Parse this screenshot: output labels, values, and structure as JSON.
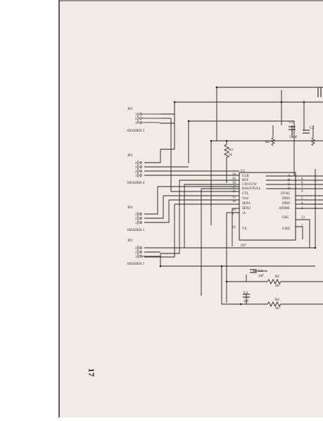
{
  "page": {
    "number": "17"
  },
  "headers": [
    {
      "ref": "JP2",
      "name": "HEADER 3",
      "pins": [
        "3",
        "2",
        "1"
      ]
    },
    {
      "ref": "JP3",
      "name": "HEADER 4",
      "pins": [
        "4",
        "3",
        "2",
        "1"
      ]
    },
    {
      "ref": "JP4",
      "name": "HEADER 3",
      "pins": [
        "3",
        "2",
        "1"
      ]
    },
    {
      "ref": "JP5",
      "name": "HEADER 3",
      "pins": [
        "3",
        "2",
        "1"
      ]
    }
  ],
  "ic": {
    "ref": "U1",
    "part": "297",
    "left_pins": [
      {
        "num": "18",
        "name": "CLK"
      },
      {
        "num": "20",
        "name": "RST"
      },
      {
        "num": "19",
        "name": "CW/CCW"
      },
      {
        "num": "17",
        "name": "HALF/FULL"
      },
      {
        "num": "11",
        "name": "CTL"
      },
      {
        "num": "15",
        "name": "Vref"
      },
      {
        "num": "16",
        "name": "SEN1"
      },
      {
        "num": "10",
        "name": "SEN2"
      },
      {
        "num": "1",
        "name": "/A"
      },
      {
        "num": "12",
        "name": "VS"
      }
    ],
    "right_pins": [
      {
        "num": "4",
        "name": "A"
      },
      {
        "num": "6",
        "name": "B"
      },
      {
        "num": "7",
        "name": "C"
      },
      {
        "num": "9",
        "name": "D"
      },
      {
        "num": "5",
        "name": "INH1"
      },
      {
        "num": "8",
        "name": "INH2"
      },
      {
        "num": "3",
        "name": "HOME"
      },
      {
        "num": "13",
        "name": "OSC"
      },
      {
        "num": "2",
        "name": "GND"
      }
    ],
    "right_extra": "SYNC"
  },
  "components": {
    "r3": {
      "ref": "R3",
      "value": "1k"
    },
    "c1": {
      "ref": "C1",
      "value": "3.3uF"
    },
    "c2": {
      "ref": "C2",
      "value": "1nF"
    },
    "c4": {
      "ref": "C4",
      "value": "1nF"
    },
    "r2": {
      "ref": "R2",
      "value": "4k7"
    },
    "r4": {
      "ref": "R4",
      "value": "4k7"
    },
    "r6": {
      "ref": "R6"
    },
    "c3": {
      "ref": "C3"
    }
  },
  "colors": {
    "paper": "#efece6",
    "ink": "#222222",
    "scan_edge": "#5a5a5a"
  }
}
